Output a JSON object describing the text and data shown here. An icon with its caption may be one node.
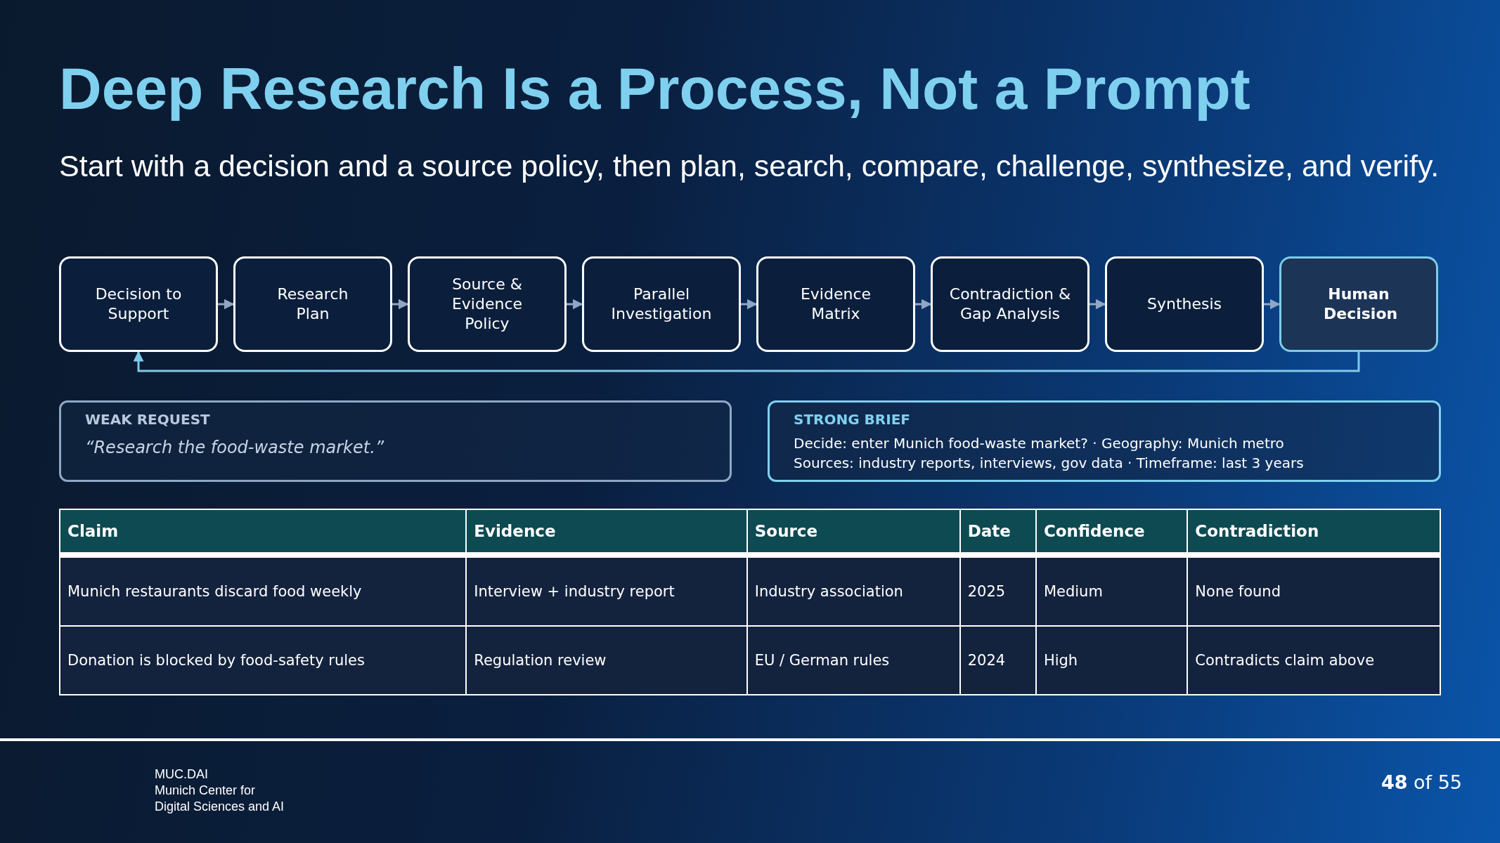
{
  "diagram": {
    "title": "Deep Research Is a Process, Not a Prompt",
    "caption": "Start with a decision and a source policy, then plan, search, compare, challenge, synthesize, and verify.",
    "nodes": [
      {
        "text": [
          "Decision to Support"
        ]
      },
      {
        "text": [
          "Research Plan"
        ]
      },
      {
        "text": [
          "Source & Evidence Policy"
        ]
      },
      {
        "text": [
          "Parallel Investigation"
        ]
      },
      {
        "text": [
          "Evidence Matrix"
        ]
      },
      {
        "text": [
          "Contradiction & Gap Analysis"
        ]
      },
      {
        "text": [
          "Synthesis"
        ]
      },
      {
        "text": [
          "Human Decision"
        ]
      },
      {
        "text": [
          "WEAK REQUEST",
          "“Research the food-waste market.”"
        ]
      },
      {
        "text": [
          "STRONG BRIEF",
          "Decide: enter Munich food-waste market? · Geography: Munich metro",
          "Sources: industry reports, interviews, gov data · Timeframe: last 3 years"
        ]
      }
    ],
    "edges": [
      {
        "from": 0,
        "to": 1,
        "arrow": "to"
      },
      {
        "from": 1,
        "to": 2,
        "arrow": "to"
      },
      {
        "from": 2,
        "to": 3,
        "arrow": "to"
      },
      {
        "from": 3,
        "to": 4,
        "arrow": "to"
      },
      {
        "from": 4,
        "to": 5,
        "arrow": "to"
      },
      {
        "from": 5,
        "to": 6,
        "arrow": "to"
      },
      {
        "from": 6,
        "to": 7,
        "arrow": "to"
      },
      {
        "from": 7,
        "to": 0,
        "arrow": "to",
        "color": "#7fcbe8"
      }
    ],
    "labels": [
      "Claim",
      "Evidence",
      "Source",
      "Date",
      "Confidence",
      "Contradiction",
      "Munich restaurants discard food weekly",
      "Interview + industry report",
      "Industry association",
      "2025",
      "Medium",
      "None found",
      "Donation is blocked by food-safety rules",
      "Regulation review",
      "EU / German rules",
      "2024",
      "High",
      "Contradicts claim above",
      "MUC.DAI",
      "Munich Center for",
      "Digital Sciences and AI",
      "**48** of 55"
    ]
  }
}
